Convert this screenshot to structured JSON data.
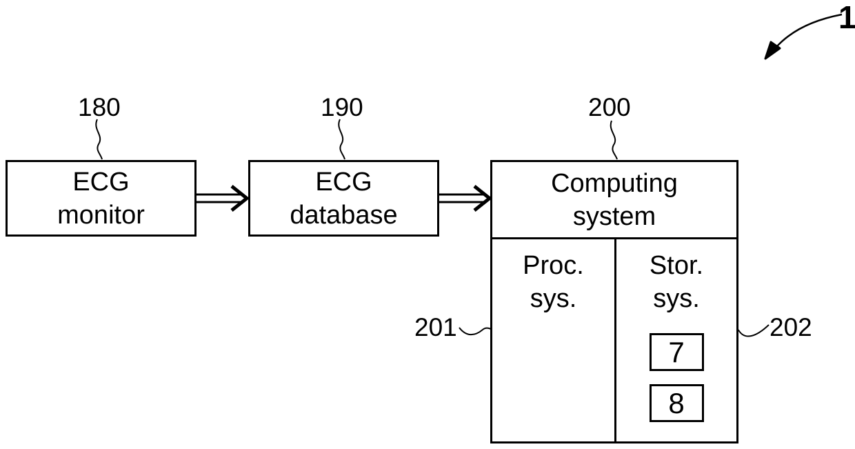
{
  "figure": {
    "number": "1",
    "background": "#ffffff",
    "line_color": "#000000",
    "nodes": {
      "ecg_monitor": {
        "ref": "180",
        "label_line1": "ECG",
        "label_line2": "monitor"
      },
      "ecg_database": {
        "ref": "190",
        "label_line1": "ECG",
        "label_line2": "database"
      },
      "computing_system": {
        "ref": "200",
        "label_line1": "Computing",
        "label_line2": "system"
      },
      "processing_system": {
        "ref": "201",
        "label_line1": "Proc.",
        "label_line2": "sys."
      },
      "storage_system": {
        "ref": "202",
        "label_line1": "Stor.",
        "label_line2": "sys.",
        "stored_items": [
          "7",
          "8"
        ]
      }
    },
    "connections": [
      {
        "from": "ecg_monitor",
        "to": "ecg_database",
        "style": "double-line-arrow"
      },
      {
        "from": "ecg_database",
        "to": "computing_system",
        "style": "double-line-arrow"
      }
    ]
  }
}
